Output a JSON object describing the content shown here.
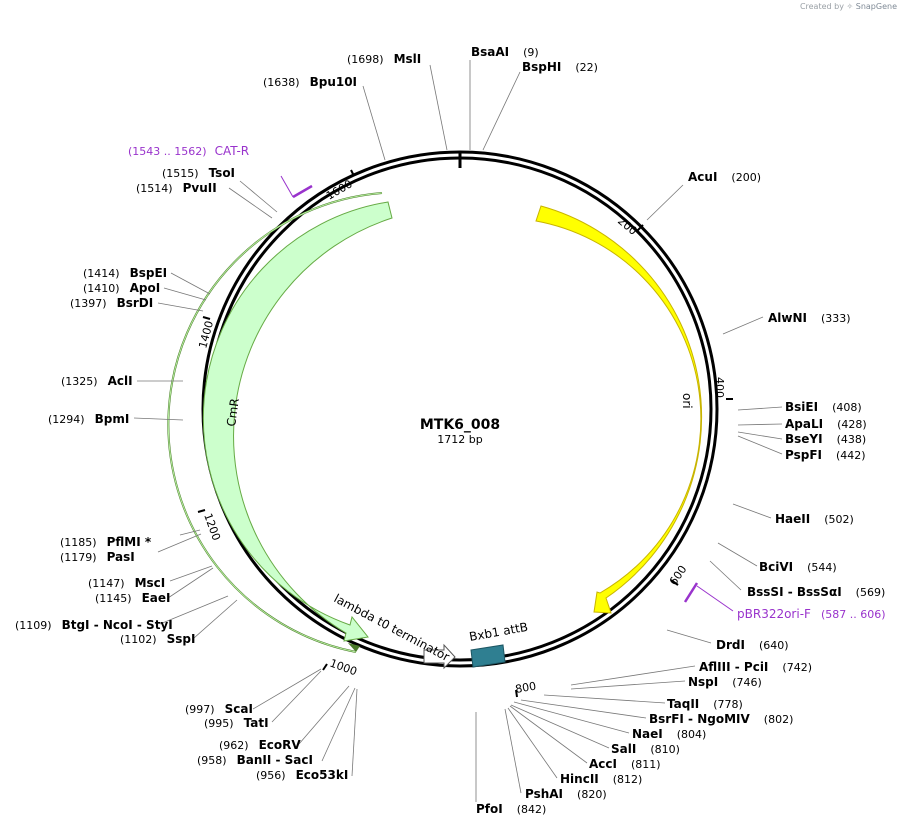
{
  "credit": {
    "prefix": "Created by",
    "brand": "SnapGene"
  },
  "plasmid": {
    "name": "MTK6_008",
    "length_label": "1712 bp",
    "length": 1712
  },
  "colors": {
    "ori": "#ffff00",
    "cmr": "#ccffcc",
    "cmr_stroke": "#66aa44",
    "attb": "#2f7f91",
    "primer": "#9933cc",
    "backbone": "#000000"
  },
  "ticks": [
    "200",
    "400",
    "600",
    "800",
    "1000",
    "1200",
    "1400",
    "1600"
  ],
  "features": {
    "ori": "ori",
    "cmr": "CmR",
    "terminator": "lambda t0 terminator",
    "attb": "Bxb1 attB"
  },
  "primers": [
    {
      "label": "CAT-R",
      "range": "(1543 .. 1562)"
    },
    {
      "label": "pBR322ori-F",
      "range": "(587 .. 606)"
    }
  ],
  "sites": [
    {
      "name": "MslI",
      "pos": "(1698)"
    },
    {
      "name": "BsaAI",
      "pos": "(9)"
    },
    {
      "name": "BspHI",
      "pos": "(22)"
    },
    {
      "name": "Bpu10I",
      "pos": "(1638)"
    },
    {
      "name": "AcuI",
      "pos": "(200)"
    },
    {
      "name": "TsoI",
      "pos": "(1515)"
    },
    {
      "name": "PvuII",
      "pos": "(1514)"
    },
    {
      "name": "AlwNI",
      "pos": "(333)"
    },
    {
      "name": "BspEI",
      "pos": "(1414)"
    },
    {
      "name": "ApoI",
      "pos": "(1410)"
    },
    {
      "name": "BsrDI",
      "pos": "(1397)"
    },
    {
      "name": "AclI",
      "pos": "(1325)"
    },
    {
      "name": "BsiEI",
      "pos": "(408)"
    },
    {
      "name": "ApaLI",
      "pos": "(428)"
    },
    {
      "name": "BseYI",
      "pos": "(438)"
    },
    {
      "name": "PspFI",
      "pos": "(442)"
    },
    {
      "name": "BpmI",
      "pos": "(1294)"
    },
    {
      "name": "HaeII",
      "pos": "(502)"
    },
    {
      "name": "PflMI *",
      "pos": "(1185)"
    },
    {
      "name": "PasI",
      "pos": "(1179)"
    },
    {
      "name": "BciVI",
      "pos": "(544)"
    },
    {
      "name": "BssSI - BssSαI",
      "pos": "(569)"
    },
    {
      "name": "MscI",
      "pos": "(1147)"
    },
    {
      "name": "EaeI",
      "pos": "(1145)"
    },
    {
      "name": "BtgI - NcoI - StyI",
      "pos": "(1109)"
    },
    {
      "name": "SspI",
      "pos": "(1102)"
    },
    {
      "name": "DrdI",
      "pos": "(640)"
    },
    {
      "name": "AflIII - PciI",
      "pos": "(742)"
    },
    {
      "name": "NspI",
      "pos": "(746)"
    },
    {
      "name": "TaqII",
      "pos": "(778)"
    },
    {
      "name": "BsrFI - NgoMIV",
      "pos": "(802)"
    },
    {
      "name": "NaeI",
      "pos": "(804)"
    },
    {
      "name": "SalI",
      "pos": "(810)"
    },
    {
      "name": "AccI",
      "pos": "(811)"
    },
    {
      "name": "HincII",
      "pos": "(812)"
    },
    {
      "name": "PshAI",
      "pos": "(820)"
    },
    {
      "name": "PfoI",
      "pos": "(842)"
    },
    {
      "name": "ScaI",
      "pos": "(997)"
    },
    {
      "name": "TatI",
      "pos": "(995)"
    },
    {
      "name": "EcoRV",
      "pos": "(962)"
    },
    {
      "name": "BanII - SacI",
      "pos": "(958)"
    },
    {
      "name": "Eco53kI",
      "pos": "(956)"
    }
  ]
}
